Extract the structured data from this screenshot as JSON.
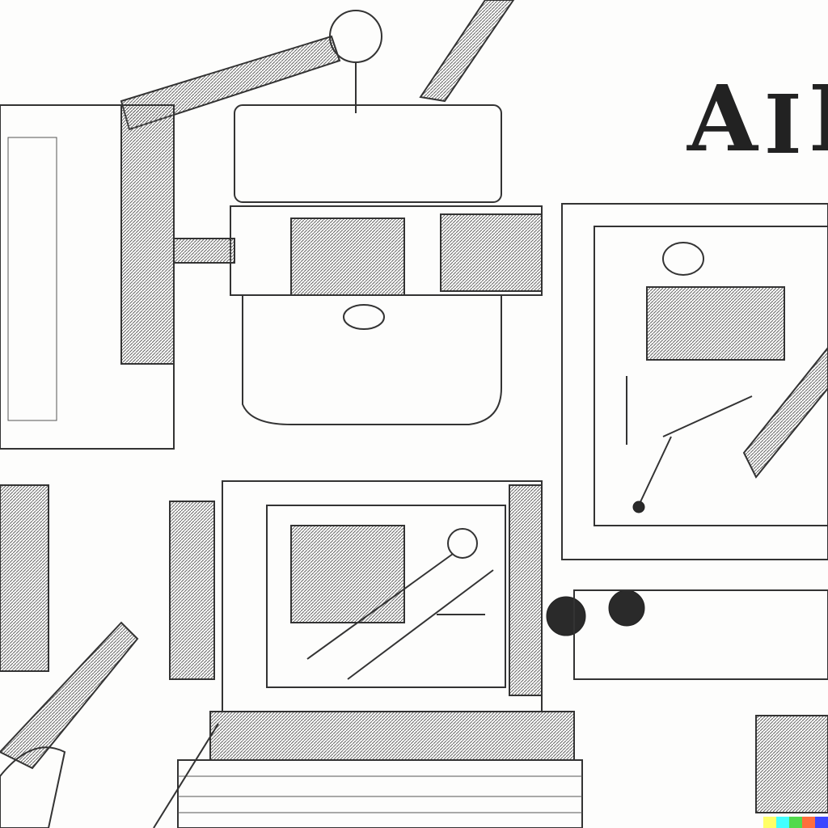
{
  "artwork": {
    "title_letters": [
      "A",
      "I",
      "R"
    ],
    "watermark_colors": [
      "#ffff66",
      "#42ffff",
      "#51da4c",
      "#ff6e3c",
      "#3c46ff"
    ]
  }
}
